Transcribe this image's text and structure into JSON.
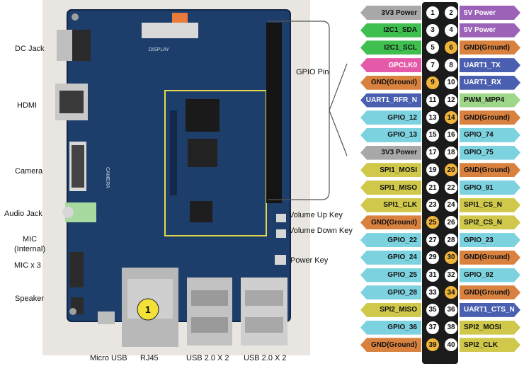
{
  "board_labels": {
    "dc_jack": "DC Jack",
    "hdmi": "HDMI",
    "camera": "Camera",
    "audio_jack": "Audio Jack",
    "mic_internal": "MIC\n(Internal)",
    "mic_x3": "MIC x 3",
    "speaker": "Speaker",
    "gpio_pin": "GPIO Pin",
    "volume_up_key": "Volume Up Key",
    "volume_down_key": "Volume Down Key",
    "power_key": "Power Key",
    "micro_usb": "Micro USB",
    "rj45": "RJ45",
    "usb_left": "USB 2.0 X 2",
    "usb_right": "USB 2.0 X 2"
  },
  "board_silkscreen": {
    "display": "DISPLAY",
    "camera": "CAMERA",
    "marker": "1"
  },
  "colors": {
    "power": "#a8a8a8",
    "5v": "#9b62b8",
    "i2c": "#3fbf4f",
    "ground": "#d9823f",
    "gpclk": "#e45aa8",
    "uart": "#4a5fb0",
    "pwm": "#9ed68a",
    "gpio": "#7dd2df",
    "spi": "#cfc84a",
    "pin_ground_marker": "#f0b43a"
  },
  "pins": [
    {
      "n": "1",
      "label": "3V3 Power",
      "type": "power"
    },
    {
      "n": "2",
      "label": "5V Power",
      "type": "5v"
    },
    {
      "n": "3",
      "label": "I2C1_SDA",
      "type": "i2c"
    },
    {
      "n": "4",
      "label": "5V Power",
      "type": "5v"
    },
    {
      "n": "5",
      "label": "I2C1_SCL",
      "type": "i2c"
    },
    {
      "n": "6",
      "label": "GND(Ground)",
      "type": "ground"
    },
    {
      "n": "7",
      "label": "GPCLK0",
      "type": "gpclk"
    },
    {
      "n": "8",
      "label": "UART1_TX",
      "type": "uart"
    },
    {
      "n": "9",
      "label": "GND(Ground)",
      "type": "ground"
    },
    {
      "n": "10",
      "label": "UART1_RX",
      "type": "uart"
    },
    {
      "n": "11",
      "label": "UART1_RFR_N",
      "type": "uart"
    },
    {
      "n": "12",
      "label": "PWM_MPP4",
      "type": "pwm"
    },
    {
      "n": "13",
      "label": "GPIO_12",
      "type": "gpio"
    },
    {
      "n": "14",
      "label": "GND(Ground)",
      "type": "ground"
    },
    {
      "n": "15",
      "label": "GPIO_13",
      "type": "gpio"
    },
    {
      "n": "16",
      "label": "GPIO_74",
      "type": "gpio"
    },
    {
      "n": "17",
      "label": "3V3 Power",
      "type": "power"
    },
    {
      "n": "18",
      "label": "GPIO_75",
      "type": "gpio"
    },
    {
      "n": "19",
      "label": "SPI1_MOSI",
      "type": "spi"
    },
    {
      "n": "20",
      "label": "GND(Ground)",
      "type": "ground"
    },
    {
      "n": "21",
      "label": "SPI1_MISO",
      "type": "spi"
    },
    {
      "n": "22",
      "label": "GPIO_91",
      "type": "gpio"
    },
    {
      "n": "23",
      "label": "SPI1_CLK",
      "type": "spi"
    },
    {
      "n": "24",
      "label": "SPI1_CS_N",
      "type": "spi"
    },
    {
      "n": "25",
      "label": "GND(Ground)",
      "type": "ground"
    },
    {
      "n": "26",
      "label": "SPI2_CS_N",
      "type": "spi"
    },
    {
      "n": "27",
      "label": "GPIO_22",
      "type": "gpio"
    },
    {
      "n": "28",
      "label": "GPIO_23",
      "type": "gpio"
    },
    {
      "n": "29",
      "label": "GPIO_24",
      "type": "gpio"
    },
    {
      "n": "30",
      "label": "GND(Ground)",
      "type": "ground"
    },
    {
      "n": "31",
      "label": "GPIO_25",
      "type": "gpio"
    },
    {
      "n": "32",
      "label": "GPIO_92",
      "type": "gpio"
    },
    {
      "n": "33",
      "label": "GPIO_28",
      "type": "gpio"
    },
    {
      "n": "34",
      "label": "GND(Ground)",
      "type": "ground"
    },
    {
      "n": "35",
      "label": "SPI2_MISO",
      "type": "spi"
    },
    {
      "n": "36",
      "label": "UART1_CTS_N",
      "type": "uart"
    },
    {
      "n": "37",
      "label": "GPIO_36",
      "type": "gpio"
    },
    {
      "n": "38",
      "label": "SPI2_MOSI",
      "type": "spi"
    },
    {
      "n": "39",
      "label": "GND(Ground)",
      "type": "ground"
    },
    {
      "n": "40",
      "label": "SPI2_CLK",
      "type": "spi"
    }
  ]
}
